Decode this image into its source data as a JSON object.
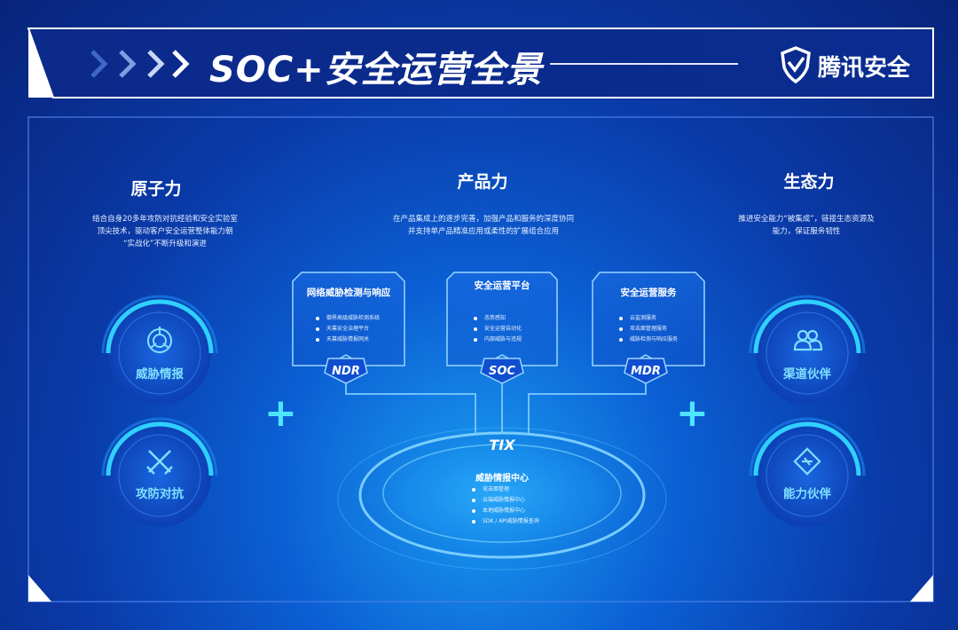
{
  "header": {
    "title": "SOC+安全运营全景",
    "brand": "腾讯安全",
    "brand_icon": "shield-check-icon"
  },
  "columns": {
    "left": {
      "title": "原子力",
      "description_lines": [
        "结合自身20多年攻防对抗经验和安全实验室",
        "顶尖技术，驱动客户安全运营整体能力朝",
        "“实战化”不断升级和演进"
      ],
      "items": [
        {
          "label": "威胁情报",
          "icon": "target-radar-icon"
        },
        {
          "label": "攻防对抗",
          "icon": "crossed-swords-icon"
        }
      ]
    },
    "middle": {
      "title": "产品力",
      "description_lines": [
        "在产品集成上的逐步完善，加强产品和服务的深度协同",
        "并支持单产品精准应用或柔性的扩展组合应用"
      ]
    },
    "right": {
      "title": "生态力",
      "description_lines": [
        "推进安全能力“被集成”，链接生态资源及",
        "能力，保证服务韧性"
      ],
      "items": [
        {
          "label": "渠道伙伴",
          "icon": "people-icon"
        },
        {
          "label": "能力伙伴",
          "icon": "handshake-icon"
        }
      ]
    }
  },
  "cards": [
    {
      "title": "网络威胁检测与响应",
      "badge": "NDR",
      "items": [
        "御界高级威胁检测系统",
        "天幕安全治理平台",
        "天幕威胁情报网关"
      ]
    },
    {
      "title": "安全运营平台",
      "badge": "SOC",
      "items": [
        "态势感知",
        "安全运营自动化",
        "内部威胁与违规"
      ]
    },
    {
      "title": "安全运营服务",
      "badge": "MDR",
      "items": [
        "云监测服务",
        "攻击面管理服务",
        "威胁检测与响应服务"
      ]
    }
  ],
  "center": {
    "badge": "TIX",
    "title": "威胁情报中心",
    "items": [
      "攻击面管理",
      "云端威胁情报中心",
      "本地威胁情报中心",
      "SDK / API威胁情报查询"
    ]
  },
  "plus_symbol": "+",
  "colors": {
    "accent": "#4ee6ff",
    "background": "#0a3aa8",
    "label": "#7fe0ff"
  }
}
